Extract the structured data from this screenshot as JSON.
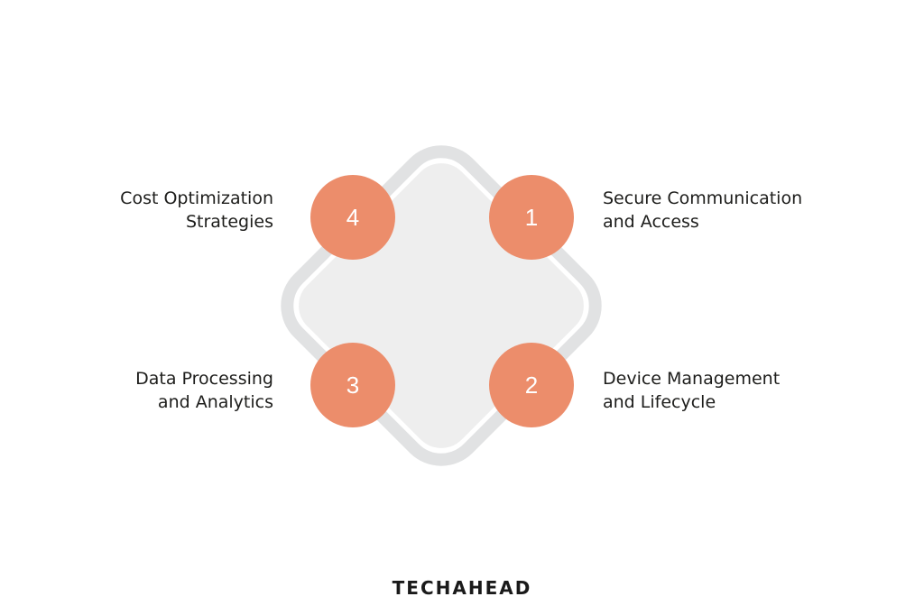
{
  "colors": {
    "badge": "#ec8d6b",
    "diamond_fill": "#eeeeee",
    "diamond_outline": "#e1e2e3",
    "text": "#1d1d1b"
  },
  "steps": [
    {
      "number": "1",
      "label_line1": "Secure Communication",
      "label_line2": "and Access"
    },
    {
      "number": "2",
      "label_line1": "Device Management",
      "label_line2": "and Lifecycle"
    },
    {
      "number": "3",
      "label_line1": "Data Processing",
      "label_line2": "and Analytics"
    },
    {
      "number": "4",
      "label_line1": "Cost Optimization",
      "label_line2": "Strategies"
    }
  ],
  "brand": {
    "logo_text": "TECHAHEAD"
  }
}
